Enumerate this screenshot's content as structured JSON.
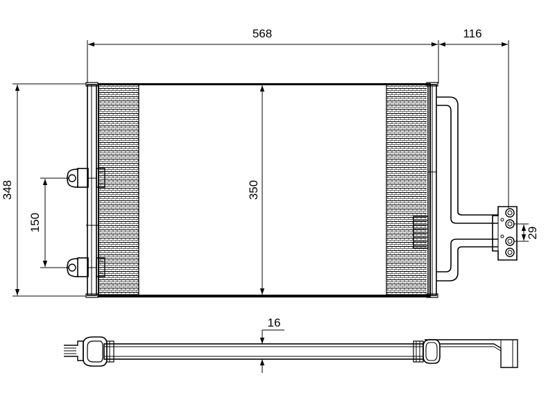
{
  "dimensions": {
    "width_top": "568",
    "fitting_offset": "116",
    "height_left": "348",
    "core_height": "350",
    "bracket_spacing": "150",
    "port_spacing": "29",
    "side_thickness": "16"
  }
}
